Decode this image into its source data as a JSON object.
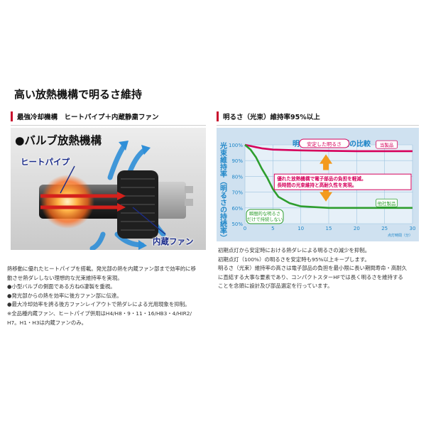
{
  "page": {
    "title": "高い放熱機構で明るさ維持"
  },
  "left_section": {
    "heading": "最強冷却機構　ヒートパイプ＋内蔵静粛ファン",
    "panel_title": "●バルブ放熱機構",
    "callout_heatpipe": "ヒートパイプ",
    "callout_fan": "内蔵ファン",
    "body_lines": [
      "熱移動に優れたヒートパイプを搭載。発光部の熱を内蔵ファン部まで効率的に移",
      "動させ熱ダレしない理想的な光束維持率を実現。",
      "●小型バルブの側面である方ねG凄製を重視。",
      "●発光部からの熱を効率に後方ファン部に伝達。",
      "●最大冷却効率を誇る後方ファンレイアウトで熱ダレによる光用現象を抑制。",
      "※全品種内蔵ファン、ヒートパイプ併用はH4/H8・9・11・16/HB3・4/HIR2/",
      "H7。H1・H3は内蔵ファンのみ。"
    ]
  },
  "right_section": {
    "heading": "明るさ（光束）維持率95%以上",
    "body_lines": [
      "初期点灯から安定時における熱ダレによる明るさの減少を抑制。",
      "初期点灯（100%）の明るさを安定時も95%以上キープします。",
      "明るさ（光束）維持率の高さは電子部品の負担を最小限に長い期間寿命・高耐久",
      "に直結する大事な要素であり、コンパクトスターHFでは長く明るさを維持する",
      "ことを念頭に設計及び部品選定を行っています。"
    ]
  },
  "chart_data": {
    "type": "line",
    "title": "明るさの持続時間の比較",
    "ylabel": "光束維持率（明るさの持続率）",
    "xlabel": "点灯時間（分）",
    "xlim": [
      0,
      30
    ],
    "ylim": [
      50,
      100
    ],
    "xticks": [
      0,
      5,
      10,
      15,
      20,
      25,
      30
    ],
    "yticks": [
      "100%",
      "90%",
      "80%",
      "70%",
      "60%",
      "50%"
    ],
    "grid": true,
    "series": [
      {
        "name": "当製品",
        "color": "#d6005b",
        "x": [
          0,
          1,
          2,
          3,
          5,
          10,
          15,
          20,
          25,
          30
        ],
        "y": [
          100,
          99.3,
          98.5,
          97.8,
          97,
          96.5,
          96.2,
          96,
          96,
          96
        ]
      },
      {
        "name": "他社製品",
        "color": "#2e9e2e",
        "x": [
          0,
          1,
          2,
          3,
          4,
          5,
          6,
          8,
          10,
          15,
          20,
          25,
          30
        ],
        "y": [
          100,
          97,
          92,
          85,
          79,
          72,
          67,
          63,
          61,
          60,
          60,
          60,
          60
        ]
      }
    ],
    "annotations": [
      "安定した明るさ",
      "優れた放熱機構で電子部品の負担を軽減。",
      "長時間の光束維持と高耐久性を実現。",
      "瞬間的な明るさ",
      "だけで持続しない"
    ],
    "colors": {
      "bg": "#cfe1f0",
      "axis_text": "#1f86c8",
      "accent_red": "#d6005b",
      "arrow": "#f39a1e"
    }
  }
}
